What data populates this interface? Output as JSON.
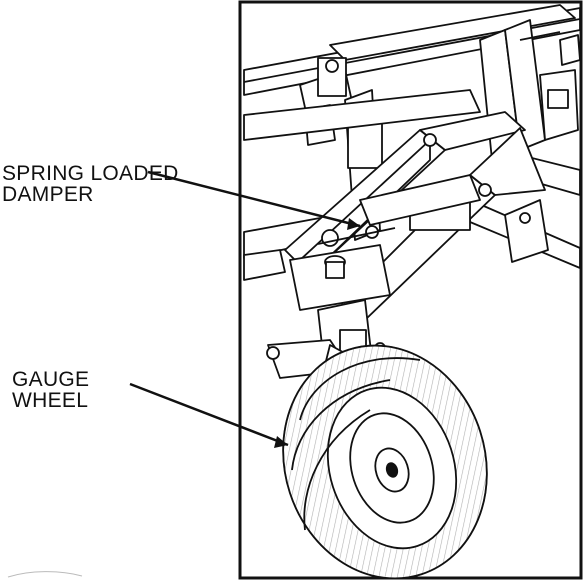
{
  "callouts": {
    "damper": {
      "line1": "SPRING LOADED",
      "line2": "DAMPER"
    },
    "wheel": {
      "line1": "GAUGE",
      "line2": "WHEEL"
    }
  },
  "colors": {
    "ink": "#111111",
    "background": "#ffffff",
    "tire_shade": "#2a2a2a"
  }
}
